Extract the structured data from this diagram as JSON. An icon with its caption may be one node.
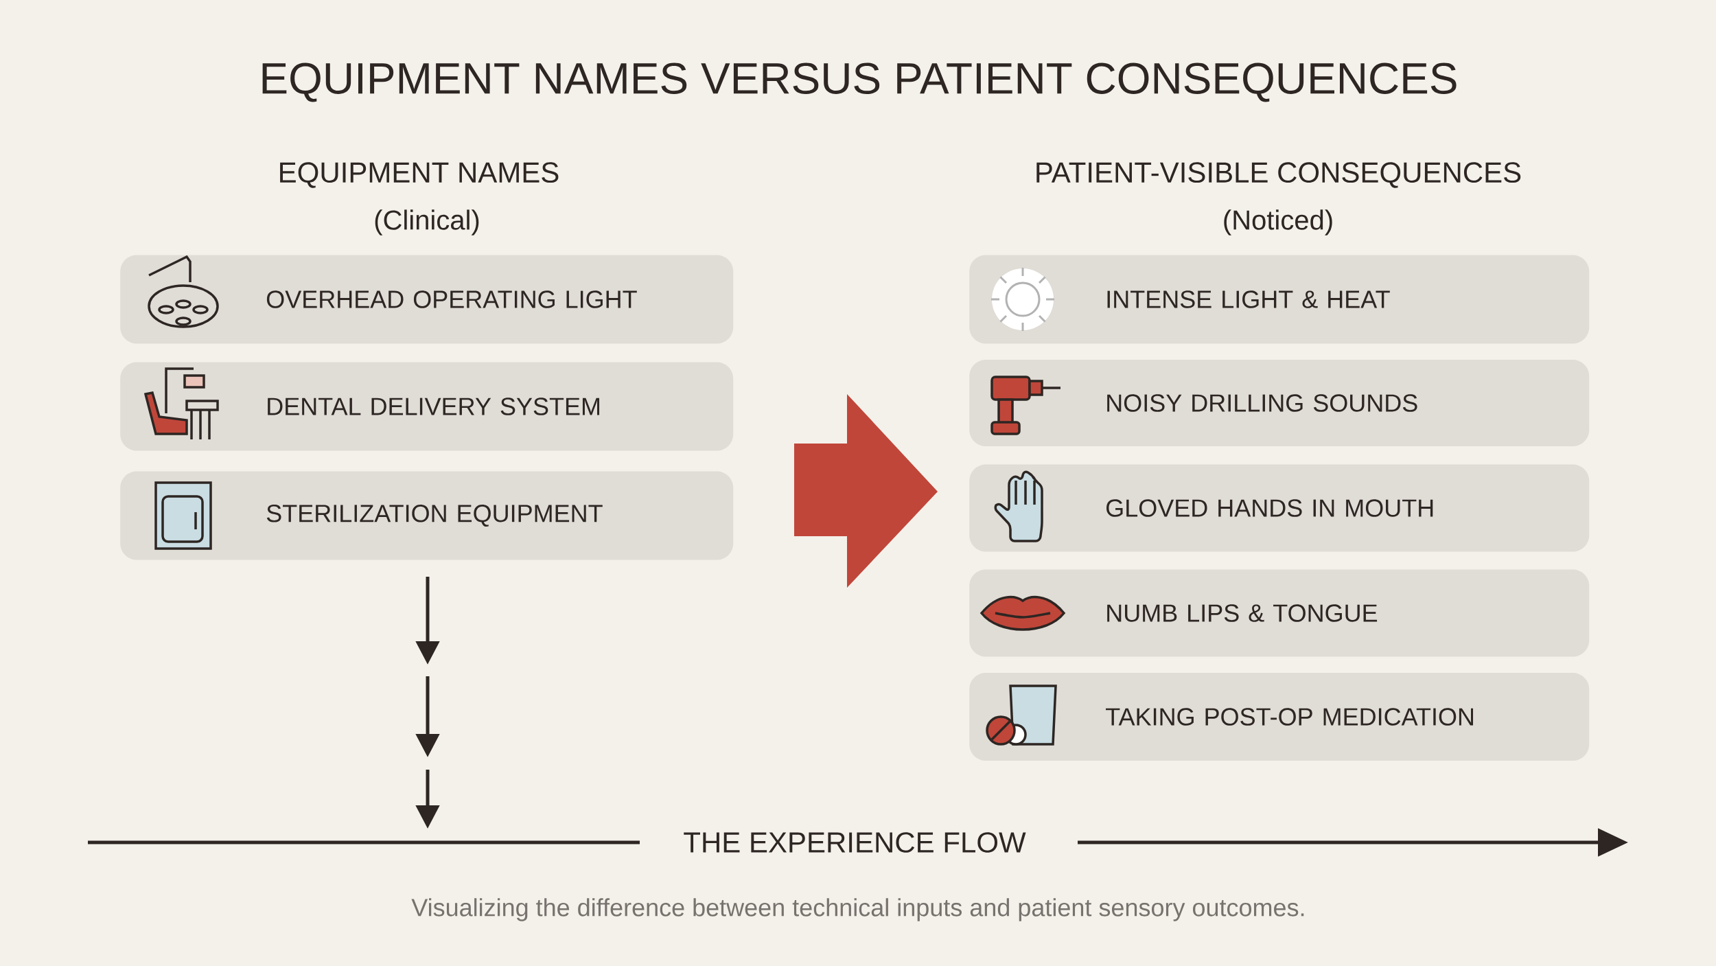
{
  "diagram": {
    "title": "EQUIPMENT NAMES VERSUS PATIENT CONSEQUENCES",
    "caption": "Visualizing the difference between technical inputs and patient sensory outcomes.",
    "nodes": [
      {
        "text": [
          "OVERHEAD OPERATING LIGHT"
        ]
      },
      {
        "text": [
          "DENTAL DELIVERY SYSTEM"
        ]
      },
      {
        "text": [
          "STERILIZATION EQUIPMENT"
        ]
      },
      {
        "text": [
          "INTENSE LIGHT & HEAT"
        ]
      },
      {
        "text": [
          "NOISY DRILLING SOUNDS"
        ]
      },
      {
        "text": [
          "GLOVED HANDS IN MOUTH"
        ]
      },
      {
        "text": [
          "NUMB LIPS & TONGUE"
        ]
      },
      {
        "text": [
          "TAKING POST-OP MEDICATION"
        ]
      }
    ],
    "labels": [
      "EQUIPMENT NAMES",
      "(Clinical)",
      "PATIENT-VISIBLE CONSEQUENCES",
      "(Noticed)",
      "THE EXPERIENCE FLOW"
    ]
  }
}
